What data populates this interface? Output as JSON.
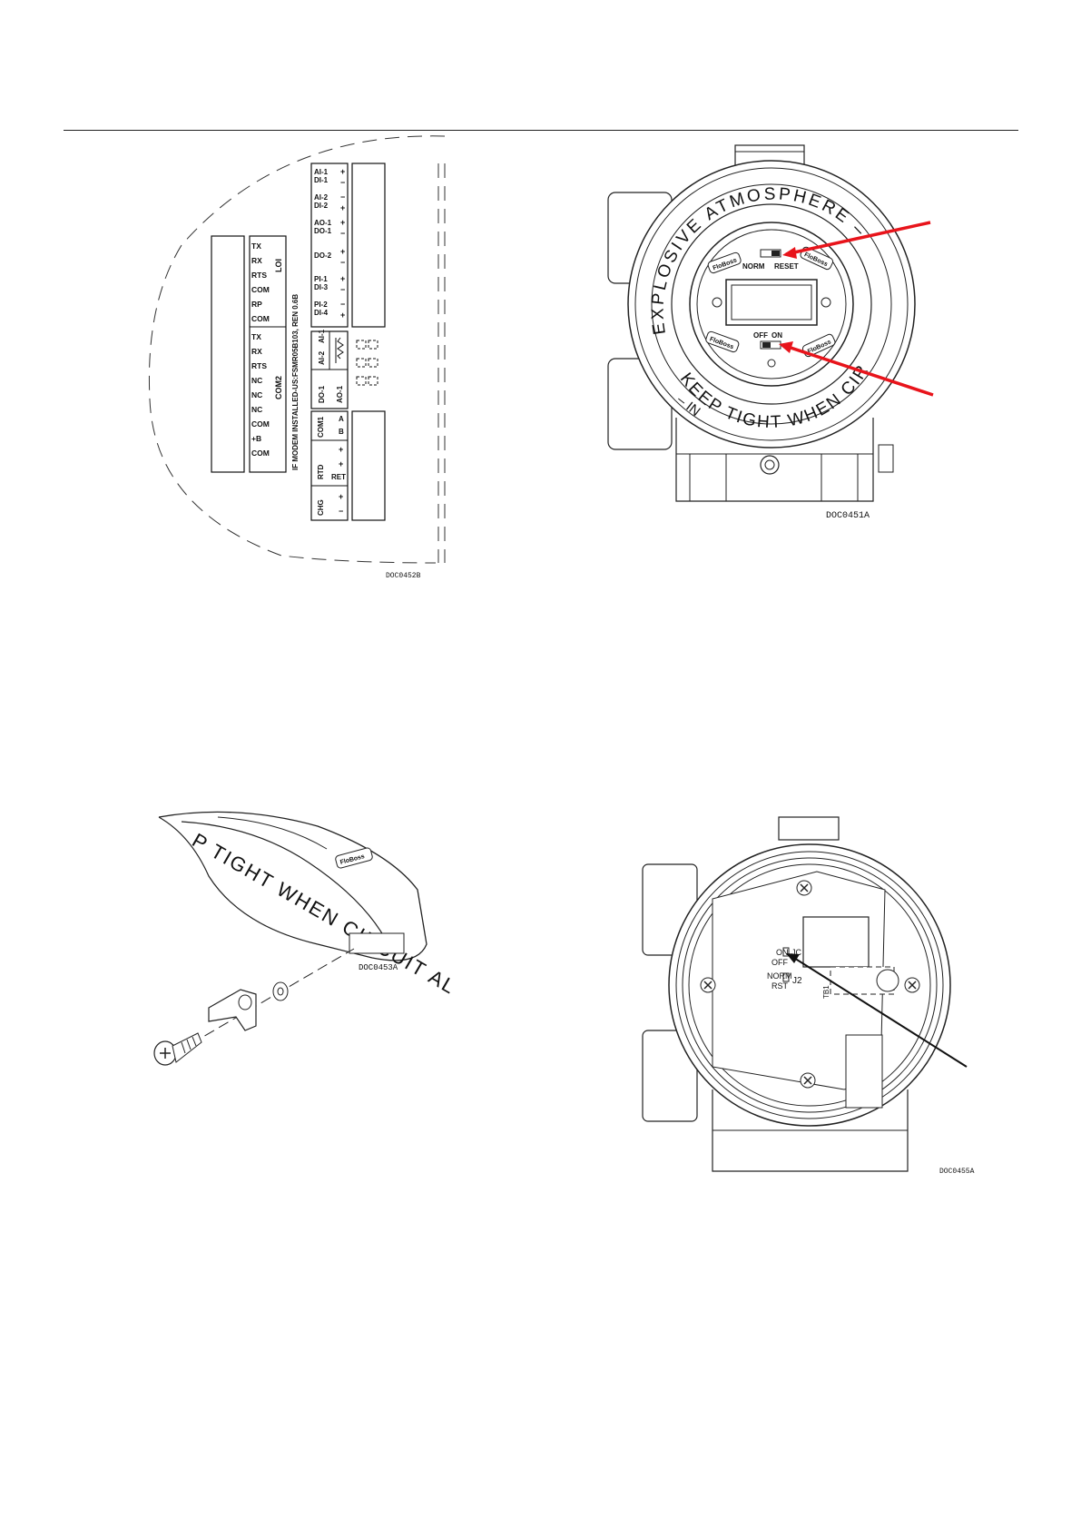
{
  "figure_terminal": {
    "code": "DOC0452B",
    "lbl_loi": "LOI",
    "loi_pins": [
      "TX",
      "RX",
      "RTS",
      "COM",
      "RP",
      "COM"
    ],
    "lbl_com2": "COM2",
    "com2_pins": [
      "TX",
      "RX",
      "RTS",
      "NC",
      "NC",
      "NC",
      "COM",
      "+B",
      "COM"
    ],
    "modem_note": "IF MODEM INSTALLED-US:FSMR05B103, REN 0.6B",
    "io_groups": [
      {
        "l1": "AI-1",
        "l2": "DI-1"
      },
      {
        "l1": "AI-2",
        "l2": "DI-2"
      },
      {
        "l1": "AO-1",
        "l2": "DO-1"
      },
      {
        "l1": "DO-2",
        "l2": ""
      },
      {
        "l1": "PI-1",
        "l2": "DI-3"
      },
      {
        "l1": "PI-2",
        "l2": "DI-4"
      }
    ],
    "plus": "+",
    "minus": "−",
    "lbl_ai2": "AI-2",
    "lbl_ai1": "AI-1",
    "lbl_do1": "DO-1",
    "lbl_ao1": "AO-1",
    "lbl_com1": "COM1",
    "lbl_a": "A",
    "lbl_b": "B",
    "lbl_rtd": "RTD",
    "lbl_ret": "RET",
    "lbl_chg": "CHG"
  },
  "figure_front": {
    "code": "DOC0451A",
    "ring_top": "EXPLOSIVE ATMOSPHERE –",
    "ring_bottom": "KEEP TIGHT WHEN CIRCUIT ALIVE",
    "ring_in": "– IN",
    "lbl_norm": "NORM",
    "lbl_reset": "RESET",
    "lbl_off": "OFF",
    "lbl_on": "ON",
    "logo": "FloBoss",
    "arrow_color": "#e8141b"
  },
  "figure_clamp": {
    "code": "DOC0453A",
    "ring_text": "P TIGHT WHEN CIRCUIT AL",
    "logo": "FloBoss"
  },
  "figure_board": {
    "code": "DOC0455A",
    "lbl_on": "ON",
    "lbl_off": "OFF",
    "lbl_norm": "NORM",
    "lbl_rst": "RST",
    "lbl_j2": "J2",
    "lbl_jc": "JC",
    "lbl_tb1": "TB1"
  }
}
